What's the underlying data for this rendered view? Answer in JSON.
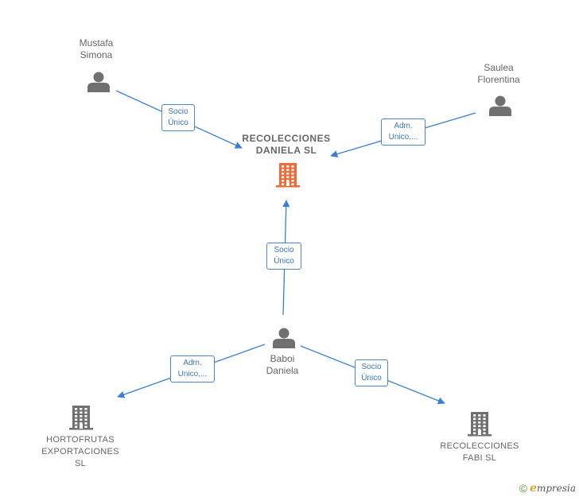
{
  "diagram": {
    "type": "network",
    "nodes": [
      {
        "id": "main",
        "kind": "company",
        "highlight": true,
        "lines": [
          "RECOLECCIONES",
          "DANIELA  SL"
        ]
      },
      {
        "id": "mustafa",
        "kind": "person",
        "lines": [
          "Mustafa",
          "Simona"
        ]
      },
      {
        "id": "saulea",
        "kind": "person",
        "lines": [
          "Saulea",
          "Florentina"
        ]
      },
      {
        "id": "baboi",
        "kind": "person",
        "lines": [
          "Baboi",
          "Daniela"
        ]
      },
      {
        "id": "hortofrutas",
        "kind": "company",
        "lines": [
          "HORTOFRUTAS",
          "EXPORTACIONES",
          "SL"
        ]
      },
      {
        "id": "fabi",
        "kind": "company",
        "lines": [
          "RECOLECCIONES",
          "FABI  SL"
        ]
      }
    ],
    "edges": [
      {
        "from": "mustafa",
        "to": "main",
        "lines": [
          "Socio",
          "Único"
        ]
      },
      {
        "from": "saulea",
        "to": "main",
        "lines": [
          "Adm.",
          "Unico,..."
        ]
      },
      {
        "from": "baboi",
        "to": "main",
        "lines": [
          "Socio",
          "Único"
        ]
      },
      {
        "from": "baboi",
        "to": "hortofrutas",
        "lines": [
          "Adm.",
          "Unico,..."
        ]
      },
      {
        "from": "baboi",
        "to": "fabi",
        "lines": [
          "Socio",
          "Único"
        ]
      }
    ]
  },
  "colors": {
    "edge": "#3a7fd0",
    "person_icon": "#707070",
    "company_icon": "#707070",
    "highlight_company_icon": "#f06a35"
  },
  "icons": {
    "person": "person-icon",
    "company": "building-icon"
  },
  "watermark": {
    "copyright": "©",
    "brand_initial": "e",
    "brand_rest": "mpresia"
  }
}
